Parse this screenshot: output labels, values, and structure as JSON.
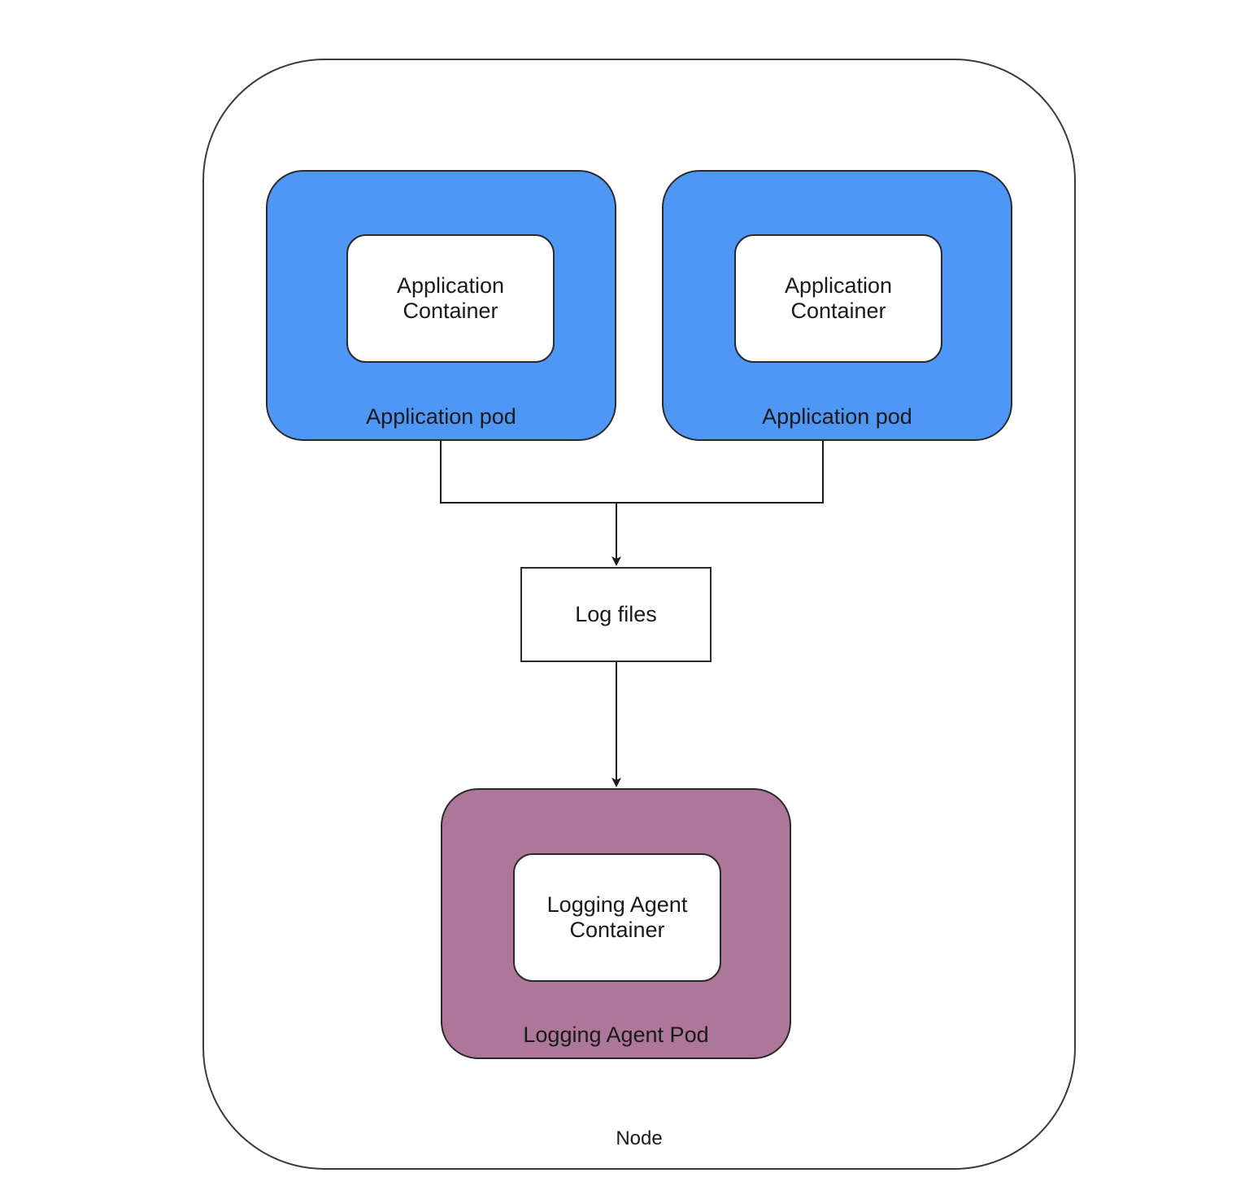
{
  "node": {
    "label": "Node"
  },
  "app_pods": [
    {
      "label": "Application pod",
      "container": {
        "line1": "Application",
        "line2": "Container"
      }
    },
    {
      "label": "Application pod",
      "container": {
        "line1": "Application",
        "line2": "Container"
      }
    }
  ],
  "log_files": {
    "label": "Log files"
  },
  "logging_pod": {
    "label": "Logging Agent Pod",
    "container": {
      "line1": "Logging Agent",
      "line2": "Container"
    }
  },
  "colors": {
    "app_pod_fill": "#4f97f5",
    "logging_pod_fill": "#ad7799",
    "container_fill": "#ffffff",
    "stroke": "#2a2a2a"
  }
}
